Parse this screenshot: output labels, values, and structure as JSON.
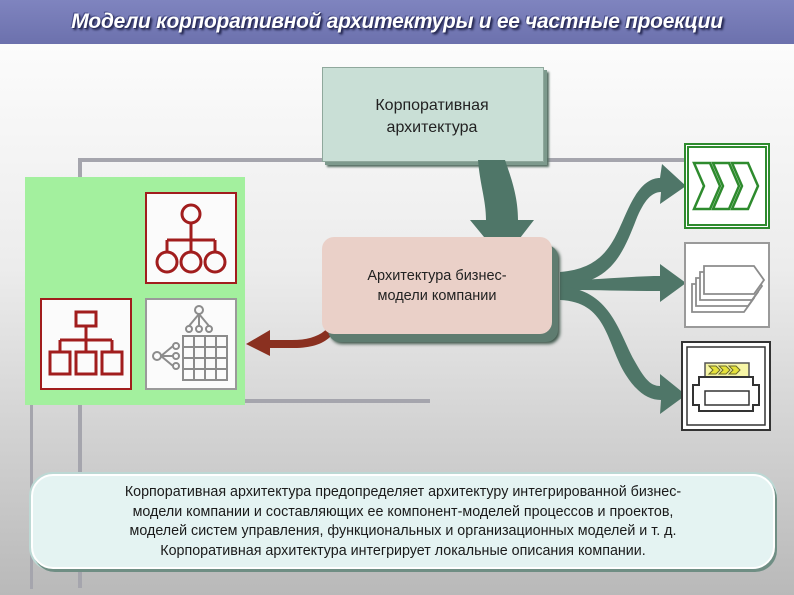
{
  "title": "Модели корпоративной архитектуры и ее частные проекции",
  "corporate_architecture": {
    "label_line1": "Корпоративная",
    "label_line2": "архитектура"
  },
  "business_model": {
    "label_line1": "Архитектура бизнес-",
    "label_line2": "модели компании"
  },
  "description": {
    "line1": "Корпоративная архитектура предопределяет архитектуру интегрированной бизнес-",
    "line2": "модели компании и составляющих ее компонент-моделей процессов и проектов,",
    "line3": "моделей систем управления, функциональных и организационных моделей и т. д.",
    "line4": "Корпоративная архитектура интегрирует локальные описания компании."
  },
  "colors": {
    "title_bar": "#7479b5",
    "corp_box": "#c9dfd6",
    "business_box": "#ead0c8",
    "green_panel": "#a3f09e",
    "arrow_dark_green": "#4f7668",
    "arrow_brown": "#8a3020",
    "tile_border_red": "#a11d1d"
  },
  "icons": {
    "left_tiles": [
      "hierarchy-tree-icon",
      "org-chart-icon",
      "tree-grid-icon"
    ],
    "right_tiles": [
      "process-chevrons-icon",
      "stacked-documents-icon",
      "project-bar-icon"
    ]
  }
}
